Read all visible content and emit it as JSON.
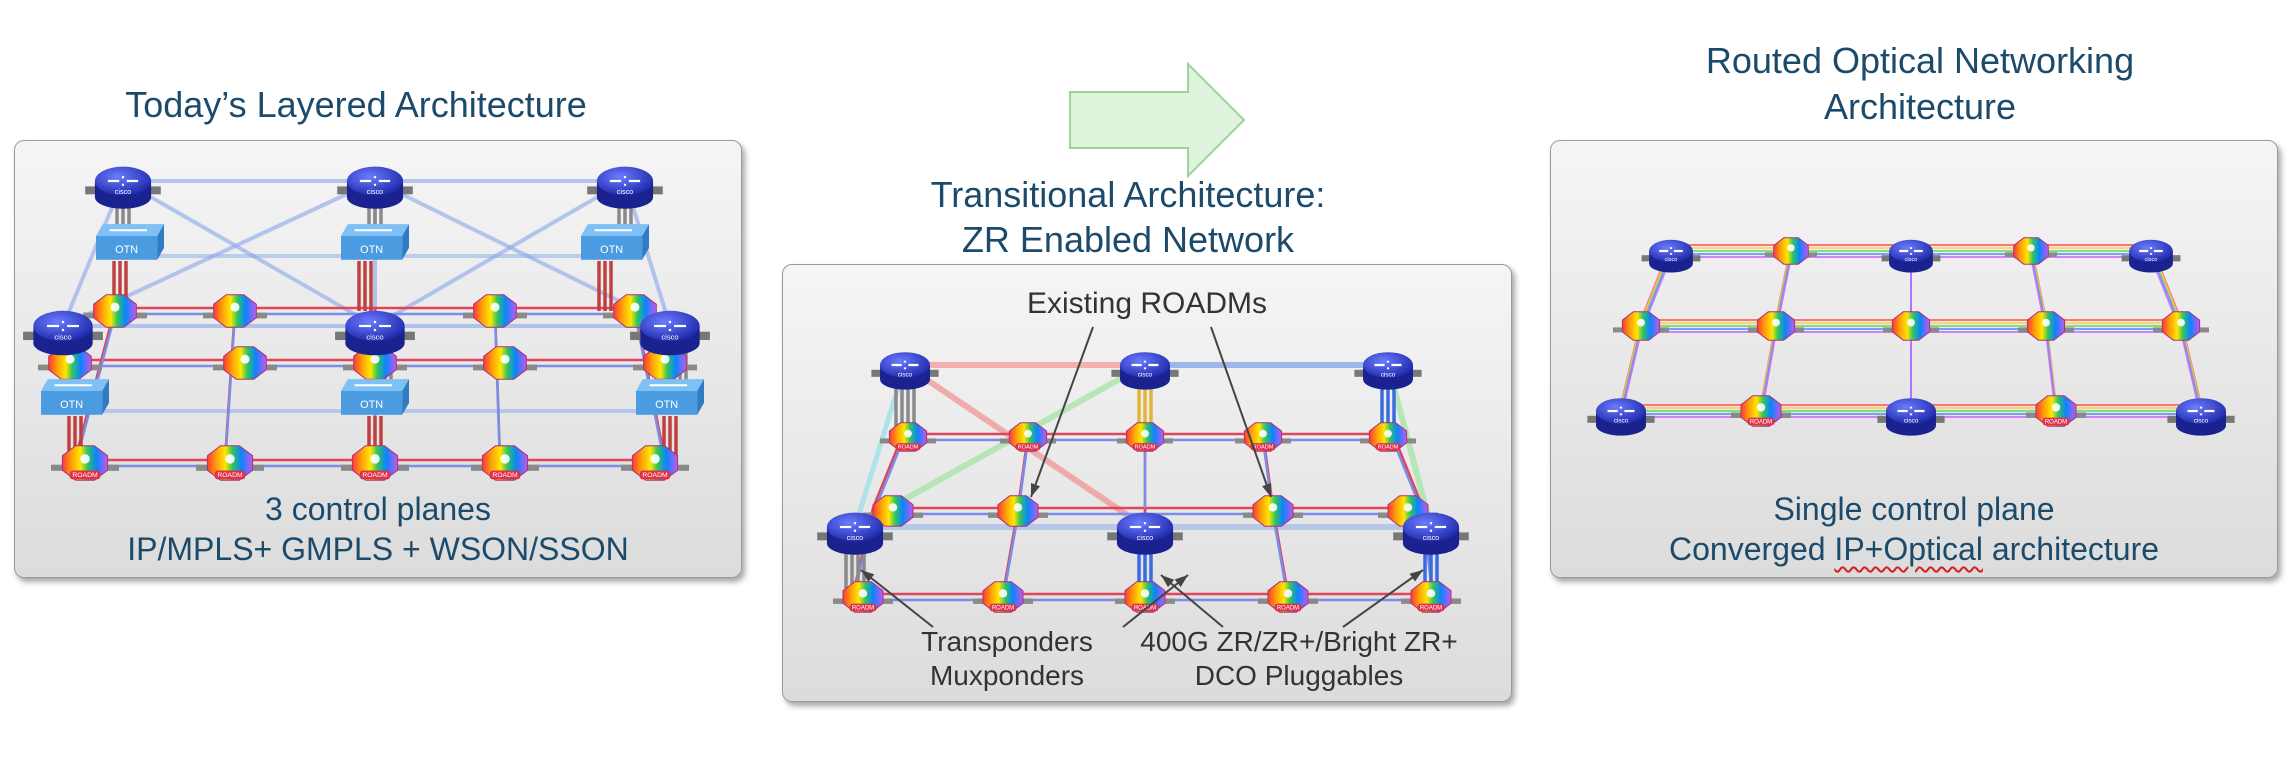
{
  "left": {
    "title": "Today’s Layered Architecture",
    "caption_line1": "3 control planes",
    "caption_line2": "IP/MPLS+ GMPLS + WSON/SSON",
    "otn_label": "OTN",
    "roadm_label": "ROADM",
    "router_label": "cisco"
  },
  "middle": {
    "title_line1": "Transitional Architecture:",
    "title_line2": "ZR Enabled Network",
    "callout_roadms": "Existing ROADMs",
    "callout_transponders_line1": "Transponders",
    "callout_transponders_line2": "Muxponders",
    "callout_zr_line1": "400G ZR/ZR+/Bright ZR+",
    "callout_zr_line2": "DCO Pluggables"
  },
  "right": {
    "title_line1": "Routed Optical Networking",
    "title_line2": "Architecture",
    "caption_line1": "Single control plane",
    "caption_prefix": "Converged ",
    "caption_squiggle": "IP+Optical",
    "caption_suffix": " architecture"
  },
  "colors": {
    "title": "#1b4a6b",
    "arrow_fill": "#dff3dc",
    "arrow_stroke": "#9fd39a",
    "router": "#2f3fd8",
    "otn": "#4a9be0",
    "link_blue": "#8aa6ea",
    "fiber_red": "#e0455a"
  },
  "icons": [
    "router-icon",
    "roadm-icon",
    "otn-switch-icon",
    "transition-arrow-icon"
  ]
}
